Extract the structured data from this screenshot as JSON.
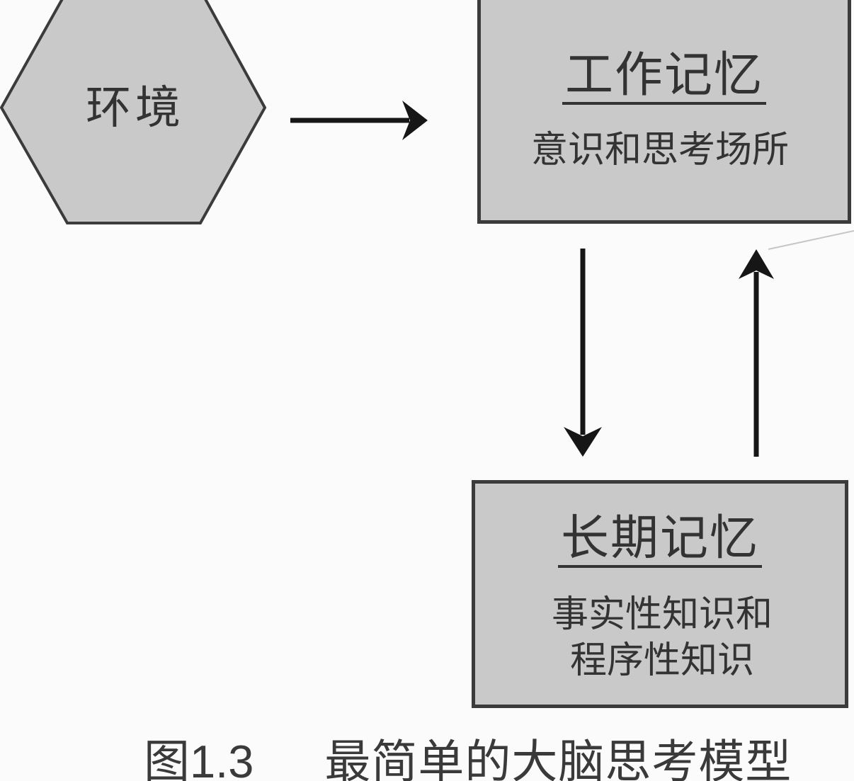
{
  "diagram": {
    "environment": {
      "label": "环境"
    },
    "working_memory": {
      "title": "工作记忆",
      "subtitle": "意识和思考场所"
    },
    "long_term_memory": {
      "title": "长期记忆",
      "subtitle_line1": "事实性知识和",
      "subtitle_line2": "程序性知识"
    },
    "arrows": [
      {
        "name": "environment-to-working-memory",
        "direction": "right"
      },
      {
        "name": "working-memory-to-long-term-memory",
        "direction": "down"
      },
      {
        "name": "long-term-memory-to-working-memory",
        "direction": "up"
      }
    ],
    "caption": {
      "figure_number": "图1.3",
      "title": "最简单的大脑思考模型"
    },
    "colors": {
      "shape_fill": "#c9c9c9",
      "shape_border": "#3b3b3b",
      "arrow_color": "#161616",
      "text_color": "#333333",
      "background": "#fbfbfb"
    }
  }
}
